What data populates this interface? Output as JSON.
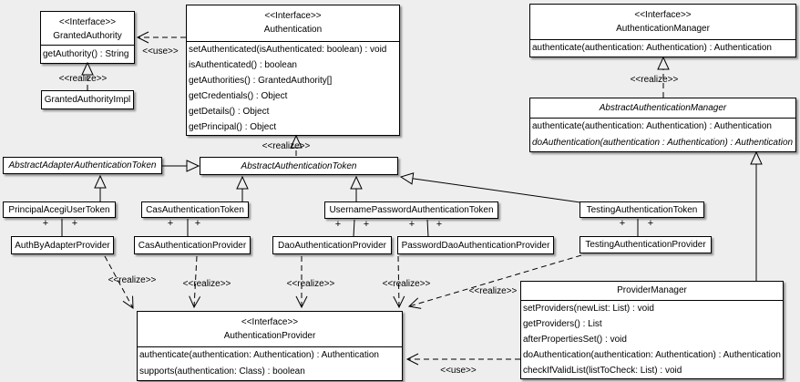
{
  "diagram": {
    "title": "Acegi authentication UML class diagram",
    "colors": {
      "background": "#eeeeee",
      "box_fill": "#ffffff",
      "line": "#000000"
    },
    "labels": {
      "use": "<<use>>",
      "realize": "<<realize>>",
      "plus": "+"
    }
  },
  "classes": {
    "granted_authority": {
      "stereotype": "<<Interface>>",
      "name": "GrantedAuthority",
      "methods": [
        "getAuthority() : String"
      ]
    },
    "granted_authority_impl": {
      "name": "GrantedAuthorityImpl"
    },
    "authentication": {
      "stereotype": "<<Interface>>",
      "name": "Authentication",
      "methods": [
        "setAuthenticated(isAuthenticated: boolean) : void",
        "isAuthenticated() : boolean",
        "getAuthorities() : GrantedAuthority[]",
        "getCredentials() : Object",
        "getDetails() : Object",
        "getPrincipal() : Object"
      ]
    },
    "authentication_manager": {
      "stereotype": "<<Interface>>",
      "name": "AuthenticationManager",
      "methods": [
        "authenticate(authentication: Authentication) : Authentication"
      ]
    },
    "abstract_authentication_manager": {
      "name": "AbstractAuthenticationManager",
      "methods": [
        "authenticate(authentication: Authentication) : Authentication",
        "doAuthentication(authentication : Authentication) : Authentication"
      ]
    },
    "abstract_adapter_authentication_token": {
      "name": "AbstractAdapterAuthenticationToken"
    },
    "abstract_authentication_token": {
      "name": "AbstractAuthenticationToken"
    },
    "principal_acegi_user_token": {
      "name": "PrincipalAcegiUserToken"
    },
    "cas_authentication_token": {
      "name": "CasAuthenticationToken"
    },
    "username_password_authentication_token": {
      "name": "UsernamePasswordAuthenticationToken"
    },
    "testing_authentication_token": {
      "name": "TestingAuthenticationToken"
    },
    "auth_by_adapter_provider": {
      "name": "AuthByAdapterProvider"
    },
    "cas_authentication_provider": {
      "name": "CasAuthenticationProvider"
    },
    "dao_authentication_provider": {
      "name": "DaoAuthenticationProvider"
    },
    "password_dao_authentication_provider": {
      "name": "PasswordDaoAuthenticationProvider"
    },
    "testing_authentication_provider": {
      "name": "TestingAuthenticationProvider"
    },
    "authentication_provider": {
      "stereotype": "<<Interface>>",
      "name": "AuthenticationProvider",
      "methods": [
        "authenticate(authentication: Authentication) : Authentication",
        "supports(authentication: Class) : boolean"
      ]
    },
    "provider_manager": {
      "name": "ProviderManager",
      "methods": [
        "setProviders(newList: List) : void",
        "getProviders() : List",
        "afterPropertiesSet() : void",
        "doAuthentication(authentication: Authentication) : Authentication",
        "checkIfValidList(listToCheck: List) : void"
      ]
    }
  }
}
